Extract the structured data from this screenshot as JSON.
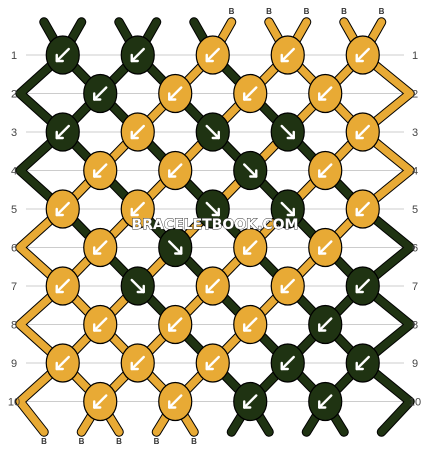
{
  "colors": {
    "A": "#1f3312",
    "B": "#e8aa35",
    "outline": "#000000",
    "grid": "#cccccc",
    "arrow": "#ffffff"
  },
  "top_strands": [
    "A",
    "A",
    "A",
    "A",
    "A",
    "B",
    "B",
    "B",
    "B",
    "B"
  ],
  "bottom_strands": [
    "B",
    "B",
    "B",
    "B",
    "B",
    "A",
    "A",
    "A",
    "A",
    "A"
  ],
  "row_labels": [
    "1",
    "2",
    "3",
    "4",
    "5",
    "6",
    "7",
    "8",
    "9",
    "10"
  ],
  "knots": [
    [
      {
        "c": "A",
        "d": "bl"
      },
      {
        "c": "A",
        "d": "bl"
      },
      {
        "c": "B",
        "d": "bl"
      },
      {
        "c": "B",
        "d": "bl"
      },
      {
        "c": "B",
        "d": "bl"
      }
    ],
    [
      {
        "c": "A",
        "d": "bl"
      },
      {
        "c": "B",
        "d": "bl"
      },
      {
        "c": "B",
        "d": "bl"
      },
      {
        "c": "B",
        "d": "bl"
      }
    ],
    [
      {
        "c": "A",
        "d": "bl"
      },
      {
        "c": "B",
        "d": "bl"
      },
      {
        "c": "A",
        "d": "br"
      },
      {
        "c": "A",
        "d": "br"
      },
      {
        "c": "B",
        "d": "bl"
      }
    ],
    [
      {
        "c": "B",
        "d": "bl"
      },
      {
        "c": "B",
        "d": "bl"
      },
      {
        "c": "A",
        "d": "br"
      },
      {
        "c": "B",
        "d": "bl"
      }
    ],
    [
      {
        "c": "B",
        "d": "bl"
      },
      {
        "c": "B",
        "d": "bl"
      },
      {
        "c": "A",
        "d": "br"
      },
      {
        "c": "A",
        "d": "br"
      },
      {
        "c": "B",
        "d": "bl"
      }
    ],
    [
      {
        "c": "B",
        "d": "bl"
      },
      {
        "c": "A",
        "d": "br"
      },
      {
        "c": "B",
        "d": "bl"
      },
      {
        "c": "B",
        "d": "bl"
      }
    ],
    [
      {
        "c": "B",
        "d": "bl"
      },
      {
        "c": "A",
        "d": "br"
      },
      {
        "c": "B",
        "d": "bl"
      },
      {
        "c": "B",
        "d": "bl"
      },
      {
        "c": "A",
        "d": "bl"
      }
    ],
    [
      {
        "c": "B",
        "d": "bl"
      },
      {
        "c": "B",
        "d": "bl"
      },
      {
        "c": "B",
        "d": "bl"
      },
      {
        "c": "A",
        "d": "bl"
      }
    ],
    [
      {
        "c": "B",
        "d": "bl"
      },
      {
        "c": "B",
        "d": "bl"
      },
      {
        "c": "B",
        "d": "bl"
      },
      {
        "c": "A",
        "d": "bl"
      },
      {
        "c": "A",
        "d": "bl"
      }
    ],
    [
      {
        "c": "B",
        "d": "bl"
      },
      {
        "c": "B",
        "d": "bl"
      },
      {
        "c": "A",
        "d": "bl"
      },
      {
        "c": "A",
        "d": "bl"
      }
    ]
  ],
  "watermark": "BRACELETBOOK.COM"
}
